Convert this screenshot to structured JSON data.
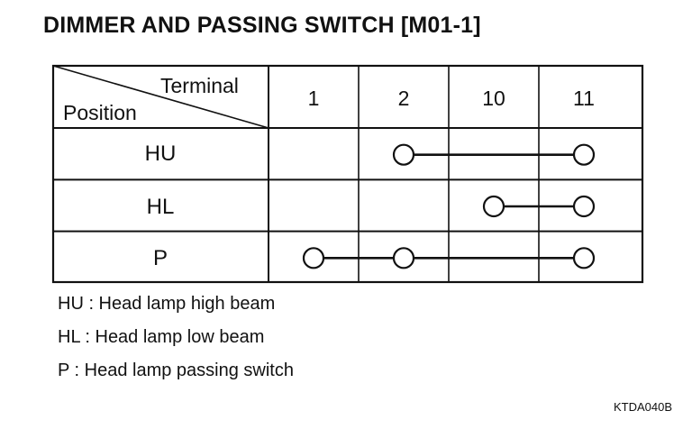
{
  "title": "DIMMER AND PASSING SWITCH [M01-1]",
  "table": {
    "header_terminal": "Terminal",
    "header_position": "Position",
    "terminals": [
      "1",
      "2",
      "10",
      "11"
    ],
    "rows": [
      {
        "position": "HU",
        "connected_terminals": [
          "2",
          "11"
        ]
      },
      {
        "position": "HL",
        "connected_terminals": [
          "10",
          "11"
        ]
      },
      {
        "position": "P",
        "connected_terminals": [
          "1",
          "2",
          "11"
        ]
      }
    ]
  },
  "legend": [
    "HU : Head lamp high beam",
    "HL : Head lamp low beam",
    "P : Head lamp passing switch"
  ],
  "figure_code": "KTDA040B"
}
